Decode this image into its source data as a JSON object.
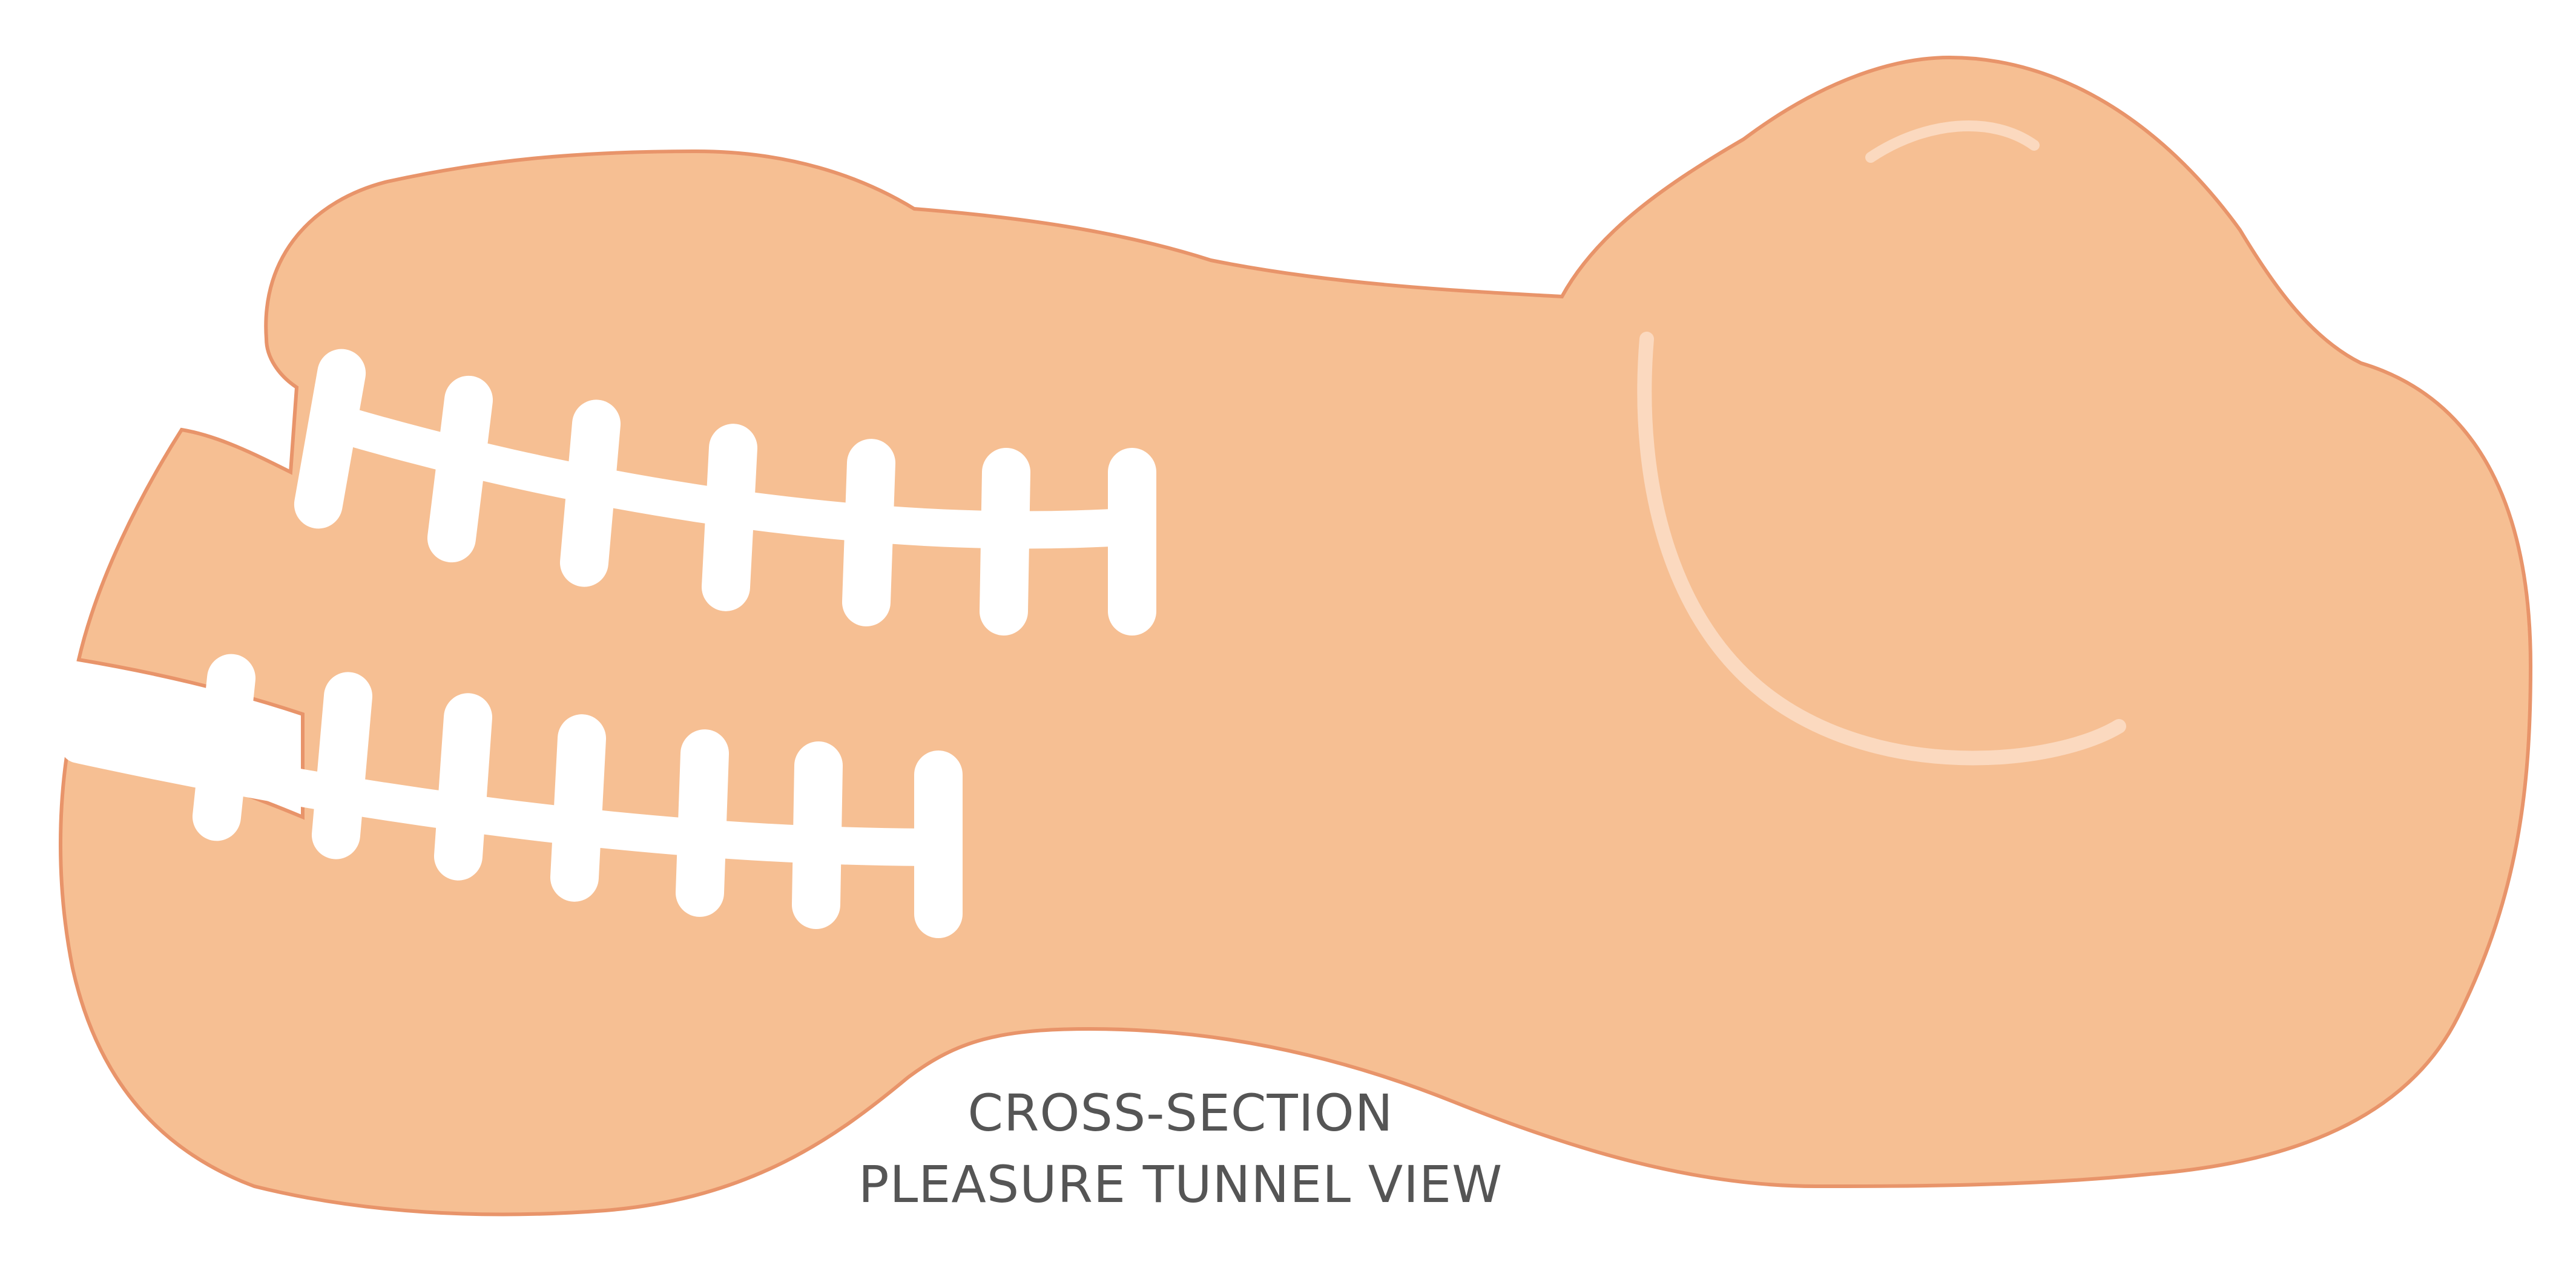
{
  "diagram": {
    "caption_line1": "CROSS-SECTION",
    "caption_line2": "PLEASURE TUNNEL VIEW",
    "colors": {
      "body_fill": "#F6BF93",
      "body_stroke": "#E8946A",
      "rib_fill": "#FFFFFF",
      "highlight": "#FBD9BF",
      "caption_text": "#555555"
    },
    "upper_channel_rib_count": 7,
    "lower_channel_rib_count": 7
  }
}
